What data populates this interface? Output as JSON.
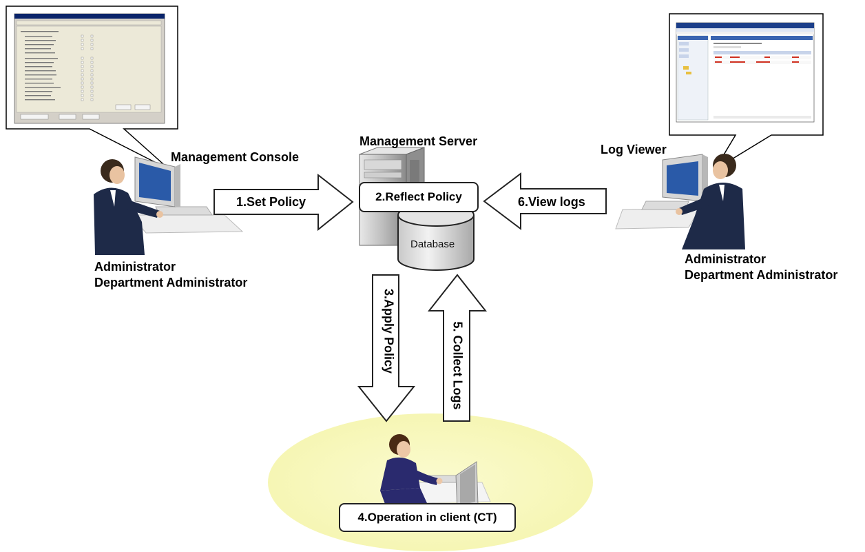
{
  "labels": {
    "management_console": "Management Console",
    "management_server": "Management Server",
    "log_viewer": "Log Viewer",
    "left_admin_line1": "Administrator",
    "left_admin_line2": "Department Administrator",
    "right_admin_line1": "Administrator",
    "right_admin_line2": "Department Administrator",
    "database": "Database"
  },
  "steps": {
    "set_policy": "1.Set Policy",
    "reflect_policy": "2.Reflect Policy",
    "apply_policy": "3.Apply Policy",
    "operation_client": "4.Operation in client (CT)",
    "collect_logs": "5. Collect Logs",
    "view_logs": "6.View logs"
  },
  "colors": {
    "ellipse_fill": "#fafac0",
    "screen_blue": "#2a5aa8",
    "suit": "#1e2a48",
    "arrow_fill": "#ffffff",
    "server_body": "#b8b8b8"
  }
}
